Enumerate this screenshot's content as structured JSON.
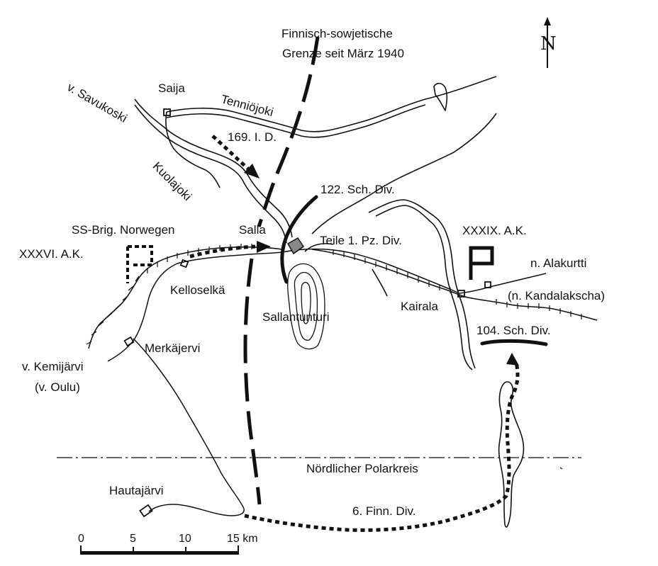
{
  "border": {
    "line1": "Finnisch-sowjetische",
    "line2": "Grenze seit März 1940"
  },
  "places": {
    "saija": "Saija",
    "salla": "Salla",
    "kelloselka": "Kelloselkä",
    "merkajervi": "Merkäjervi",
    "kairala": "Kairala",
    "sallantunturi": "Sallantunturi",
    "hautajarvi": "Hautajärvi"
  },
  "rivers": {
    "tenniojoki": "Tenniöjoki",
    "kuolajoki": "Kuolajoki"
  },
  "directions": {
    "savukoski": "v. Savukoski",
    "kemijarvi": "v. Kemijärvi",
    "oulu": "(v. Oulu)",
    "alakurtti": "n. Alakurtti",
    "kandalakscha": "(n. Kandalakscha)"
  },
  "units": {
    "id169": "169. I. D.",
    "sch122": "122. Sch. Div.",
    "ss_brig": "SS-Brig. Norwegen",
    "xxxvi": "XXXVI. A.K.",
    "pzdiv": "Teile 1. Pz. Div.",
    "xxxix": "XXXIX. A.K.",
    "sch104": "104. Sch. Div.",
    "finn6": "6. Finn. Div."
  },
  "polar_circle": "Nördlicher Polarkreis",
  "north_arrow": "N",
  "scale": {
    "ticks": [
      "0",
      "5",
      "10",
      "15 km"
    ]
  }
}
